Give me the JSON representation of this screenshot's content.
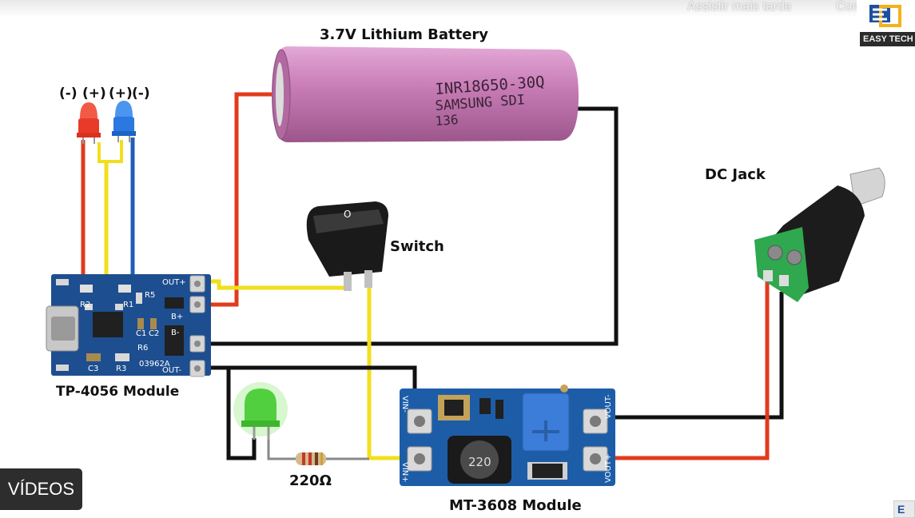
{
  "video_overlay": {
    "watch_later": "Assistir mais tarde",
    "share": "Compartilhar",
    "channel_logo_text": "EASY TECH",
    "videos_button": "VÍDEOS"
  },
  "diagram": {
    "battery_label": "3.7V Lithium Battery",
    "battery_print_line1": "INR18650-30Q",
    "battery_print_line2": "SAMSUNG  SDI",
    "battery_print_line3": "136",
    "led_polarity_labels": [
      "(-)",
      "(+)",
      "(+)",
      "(-)"
    ],
    "switch_label": "Switch",
    "switch_mark": "O",
    "dc_jack_label": "DC Jack",
    "tp4056_label": "TP-4056 Module",
    "tp4056_pins": {
      "out_plus": "OUT+",
      "b_plus": "B+",
      "b_minus": "B-",
      "out_minus": "OUT-"
    },
    "tp4056_silk": {
      "r2": "R2",
      "r1": "R1",
      "r5": "R5",
      "c1": "C1",
      "c2": "C2",
      "r6": "R6",
      "c3": "C3",
      "r3": "R3",
      "ic": "03962A"
    },
    "resistor_label": "220Ω",
    "mt3608_label": "MT-3608 Module",
    "mt3608_pins": {
      "vin_minus": "VIN-",
      "vin_plus": "VIN+",
      "vout_minus": "VOUT-",
      "vout_plus": "VOUT+"
    },
    "inductor_value": "220",
    "colors": {
      "red_wire": "#e23a1c",
      "black_wire": "#111111",
      "yellow_wire": "#f2df1c",
      "blue_wire": "#1f5fb8",
      "pcb_blue": "#1d4e8f",
      "battery_pink": "#c67ab4"
    }
  }
}
